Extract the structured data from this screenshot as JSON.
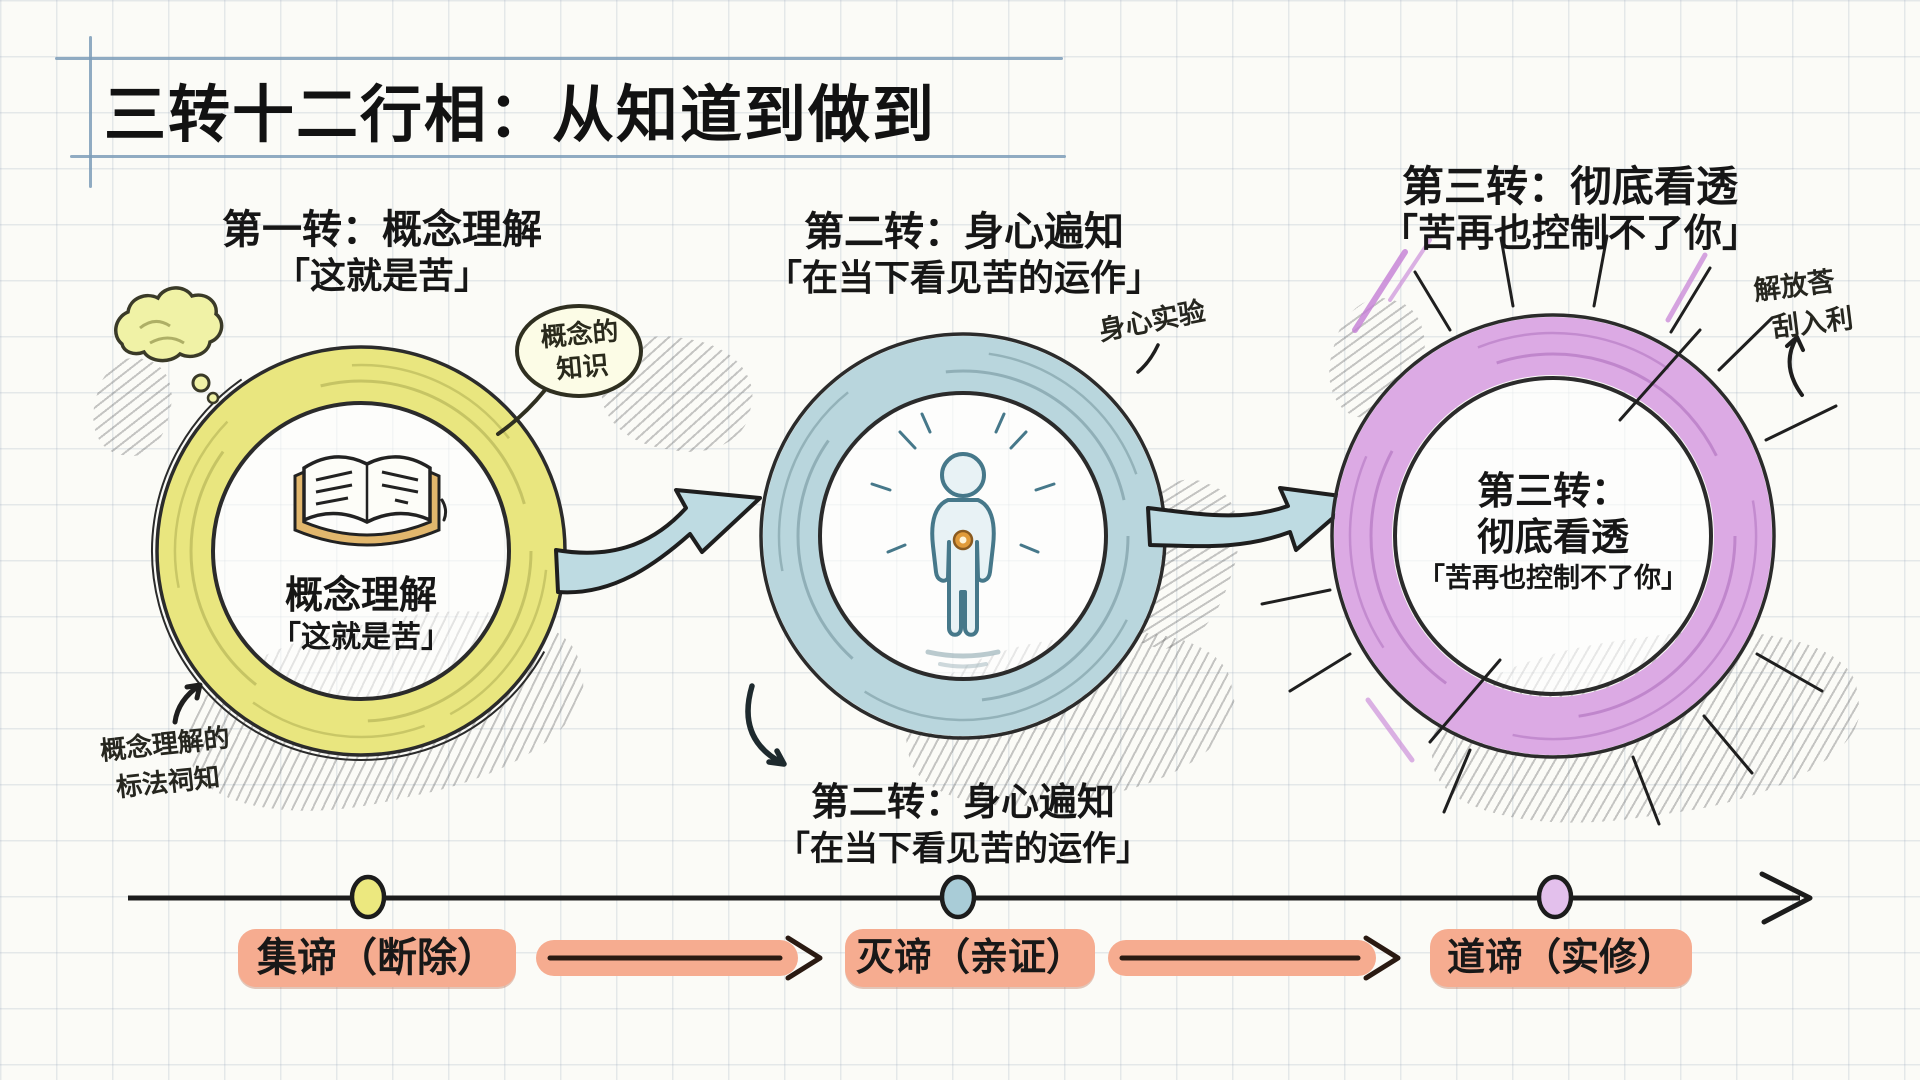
{
  "title": "三转十二行相：从知道到做到",
  "colors": {
    "ring_yellow": "#e9e67f",
    "ring_blue": "#b9d6dd",
    "ring_purple": "#dcaae4",
    "pill_salmon": "#f6ac90",
    "ink": "#1c1c1c",
    "margin_blue": "#7c9cb8"
  },
  "stage1": {
    "heading_line1": "第一转：概念理解",
    "heading_line2": "「这就是苦」",
    "bubble_line1": "概念的",
    "bubble_line2": "知识",
    "circle_line1": "概念理解",
    "circle_line2": "「这就是苦」",
    "note_line1": "概念理解的",
    "note_line2": "标法祠知"
  },
  "stage2": {
    "heading_line1": "第二转：身心遍知",
    "heading_line2": "「在当下看见苦的运作」",
    "note": "身心实验",
    "caption_line1": "第二转：身心遍知",
    "caption_line2": "「在当下看见苦的运作」"
  },
  "stage3": {
    "heading_line1": "第三转：彻底看透",
    "heading_line2": "「苦再也控制不了你」",
    "circle_line1": "第三转：",
    "circle_line2": "彻底看透",
    "circle_line3": "「苦再也控制不了你」",
    "note_line1": "解放莟",
    "note_line2": "刮入利"
  },
  "timeline": {
    "labels": [
      "集谛（断除）",
      "灭谛（亲证）",
      "道谛（实修）"
    ]
  }
}
